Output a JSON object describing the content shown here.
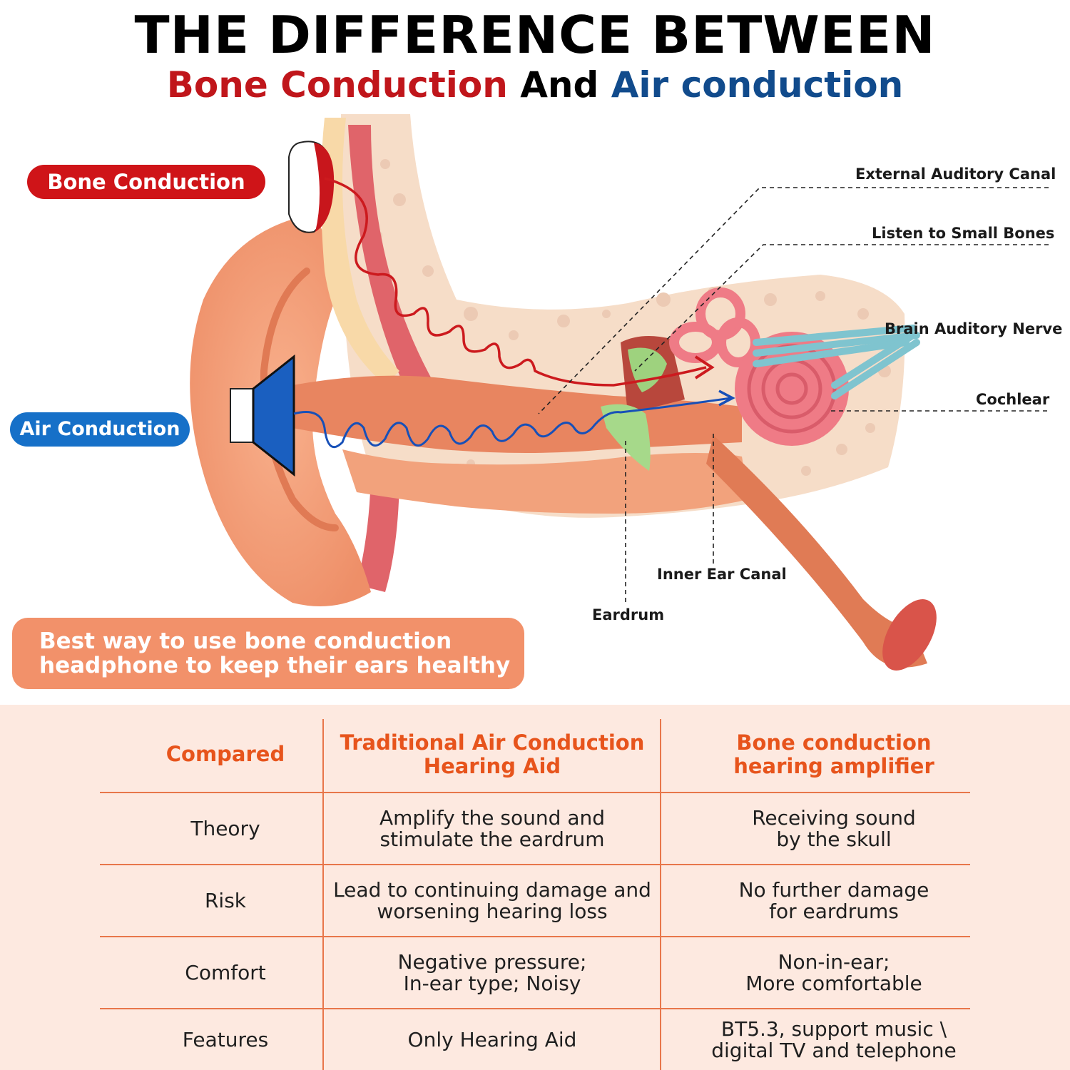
{
  "header": {
    "title": "THE DIFFERENCE BETWEEN",
    "subtitle_bone": "Bone Conduction",
    "subtitle_and": " And ",
    "subtitle_air": "Air conduction"
  },
  "diagram": {
    "bone_label": "Bone Conduction",
    "air_label": "Air Conduction",
    "parts": {
      "external_canal": "External Auditory Canal",
      "small_bones": "Listen to Small Bones",
      "auditory_nerve": "Brain Auditory Nerve",
      "cochlear": "Cochlear",
      "inner_canal": "Inner Ear Canal",
      "eardrum": "Eardrum"
    },
    "colors": {
      "bone": "#cf1418",
      "air": "#1670c8",
      "skin": "#f29a6f",
      "bone_tissue": "#f7e0cf"
    }
  },
  "callout": {
    "line1": "Best way to use bone conduction",
    "line2": "headphone to keep their ears healthy"
  },
  "table": {
    "headers": {
      "compared": "Compared",
      "air_line1": "Traditional Air Conduction",
      "air_line2": "Hearing Aid",
      "bone_line1": "Bone conduction",
      "bone_line2": "hearing amplifier"
    },
    "rows": [
      {
        "label": "Theory",
        "air1": "Amplify the sound and",
        "air2": "stimulate the eardrum",
        "bone1": "Receiving sound",
        "bone2": "by the skull"
      },
      {
        "label": "Risk",
        "air1": "Lead to continuing damage and",
        "air2": "worsening hearing loss",
        "bone1": "No further damage",
        "bone2": "for eardrums"
      },
      {
        "label": "Comfort",
        "air1": "Negative pressure;",
        "air2": "In-ear type; Noisy",
        "bone1": "Non-in-ear;",
        "bone2": "More comfortable"
      },
      {
        "label": "Features",
        "air1": "Only Hearing Aid",
        "air2": "",
        "bone1": "BT5.3, support music \\",
        "bone2": "digital TV and telephone"
      }
    ]
  }
}
